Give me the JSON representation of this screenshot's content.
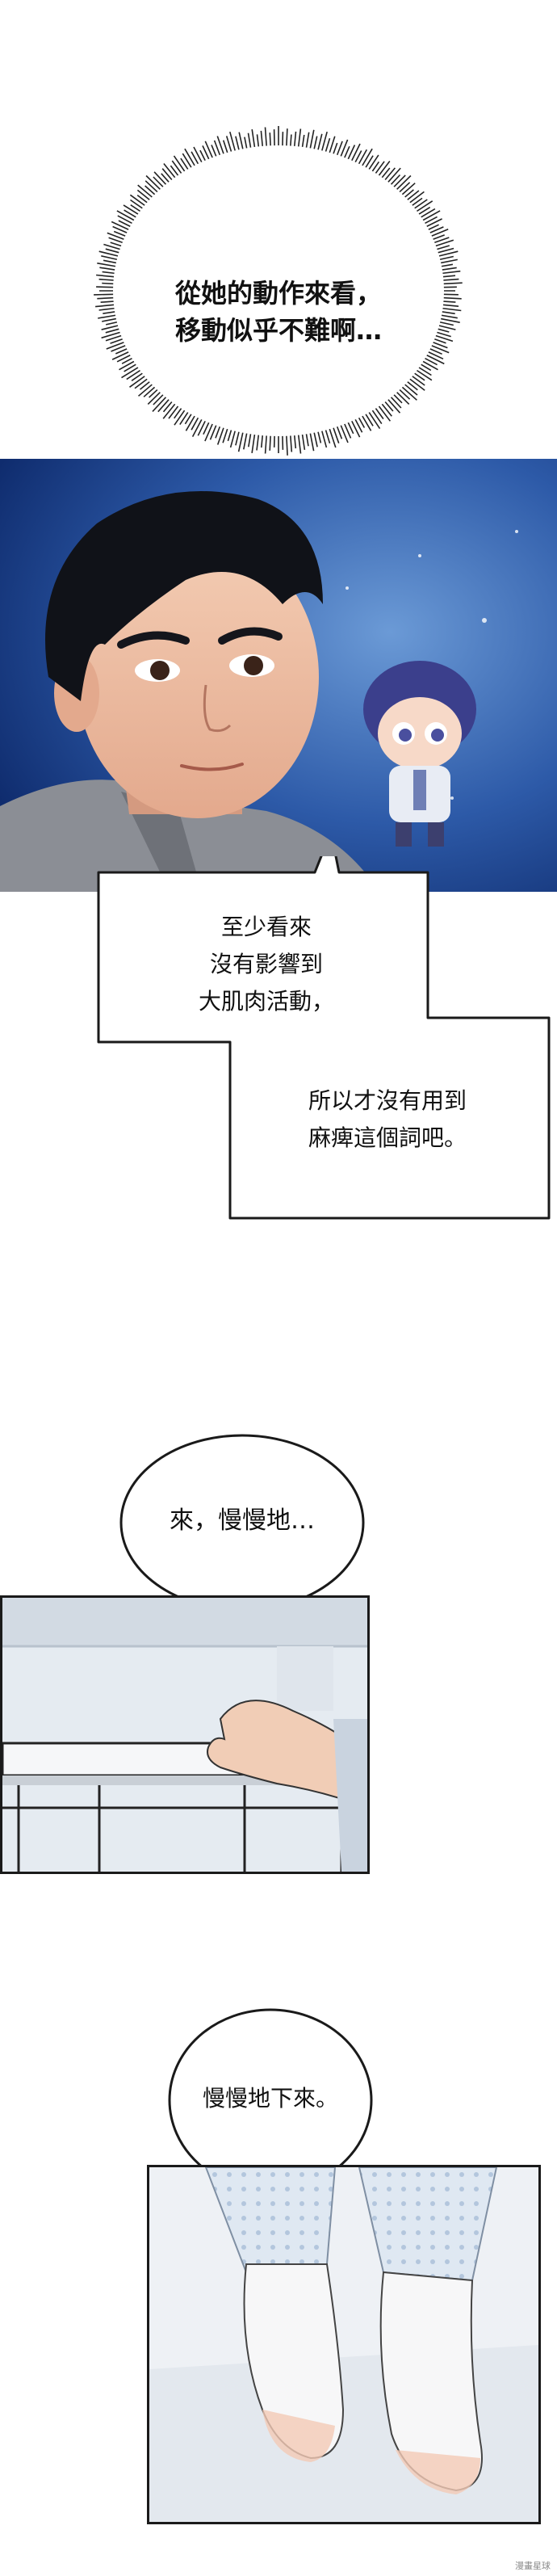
{
  "bubbles": {
    "thought_1": "從她的動作來看，\n移動似乎不難啊…",
    "speech_1a": "至少看來\n沒有影響到\n大肌肉活動，",
    "speech_1b": "所以才沒有用到\n麻痺這個詞吧。",
    "speech_2": "來，慢慢地…",
    "speech_3": "慢慢地下來。"
  },
  "watermark": "漫畫星球",
  "colors": {
    "panel_bg_blue": "#1c3f8c",
    "panel_bg_light": "#dfe7f0",
    "ink": "#111111"
  }
}
